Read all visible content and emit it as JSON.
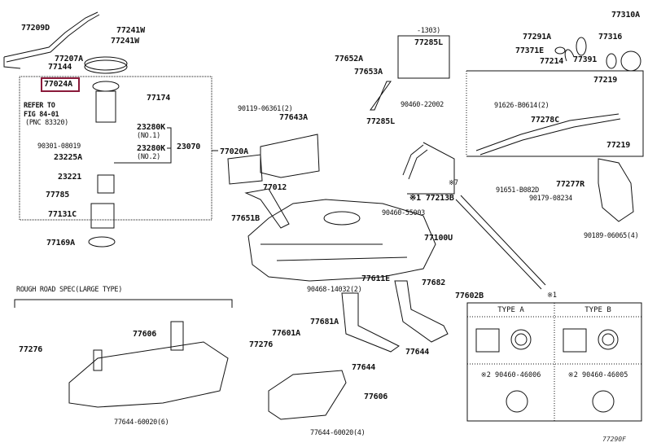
{
  "diagram": {
    "highlighted_part": "77024A",
    "figure_code": "77290F",
    "notes": {
      "refer_to": [
        "REFER TO",
        "FIG 84-01",
        "(PNC 83320)"
      ],
      "rough_road": "ROUGH ROAD SPEC(LARGE TYPE)",
      "date_range": "-1303)"
    },
    "parts": {
      "p77209D": "77209D",
      "p77241W_1": "77241W",
      "p77241W_2": "77241W",
      "p77207A": "77207A",
      "p77144": "77144",
      "p77024A": "77024A",
      "p77174": "77174",
      "p23280K_1": "23280K",
      "no1": "(NO.1)",
      "p90301": "90301-08019",
      "p23280K_2": "23280K",
      "no2": "(NO.2)",
      "p23070": "23070",
      "p23225A": "23225A",
      "p23221": "23221",
      "p77785": "77785",
      "p77131C": "77131C",
      "p77020A": "77020A",
      "p77169A": "77169A",
      "p90119": "90119-06361(2)",
      "p77643A": "77643A",
      "p77652A": "77652A",
      "p77653A": "77653A",
      "p77285L_box": "77285L",
      "p77285L": "77285L",
      "p90460_22002": "90460-22002",
      "p77012": "77012",
      "p77651B": "77651B",
      "p90460_55003": "90460-55003",
      "p77213B": "※1 77213B",
      "mark7": "※7",
      "p77100U": "77100U",
      "p77291A": "77291A",
      "p77371E": "77371E",
      "p77214": "77214",
      "p77391": "77391",
      "p77316": "77316",
      "p77310A": "77310A",
      "p77219_1": "77219",
      "p91626": "91626-B0614(2)",
      "p77278C": "77278C",
      "p77219_2": "77219",
      "p91651": "91651-B082D",
      "p90179": "90179-08234",
      "p77277R": "77277R",
      "p90189": "90189-06065(4)",
      "p90468": "90468-14032(2)",
      "p77611E": "77611E",
      "p77682": "77682",
      "p77602B": "77602B",
      "p77601A": "77601A",
      "p77681A": "77681A",
      "p77276_1": "77276",
      "p77606_1": "77606",
      "p77276_2": "77276",
      "p77644_1": "77644",
      "p77644_2": "77644",
      "p77606_2": "77606",
      "p77644_60020_6": "77644-60020(6)",
      "p77644_60020_4": "77644-60020(4)",
      "mark1": "※1"
    },
    "types_table": {
      "type_a": "TYPE A",
      "type_b": "TYPE B",
      "clamp_a": "※2 90460-46006",
      "clamp_b": "※2 90460-46005"
    }
  }
}
